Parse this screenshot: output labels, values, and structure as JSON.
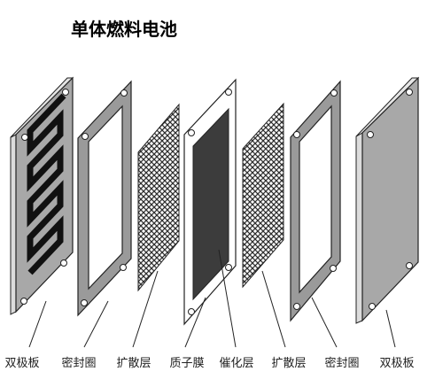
{
  "title": "单体燃料电池",
  "labels": [
    "双极板",
    "密封圈",
    "扩散层",
    "质子膜",
    "催化层",
    "扩散层",
    "密封圈",
    "双极板"
  ],
  "colors": {
    "plate_face": "#a8a8a8",
    "plate_edge": "#dcdcdc",
    "plate_stroke": "#222222",
    "gasket": "#9a9a9a",
    "gasket_window": "#ffffff",
    "diffusion_bg": "#ffffff",
    "diffusion_mesh": "#2f2f2f",
    "membrane": "#ffffff",
    "catalyst": "#3c3c3c",
    "flow_channel": "#111111",
    "label_text": "#222222",
    "title_text": "#000000"
  },
  "icons": [
    "bipolar-plate-icon",
    "gasket-icon",
    "diffusion-layer-icon",
    "proton-membrane-icon"
  ]
}
